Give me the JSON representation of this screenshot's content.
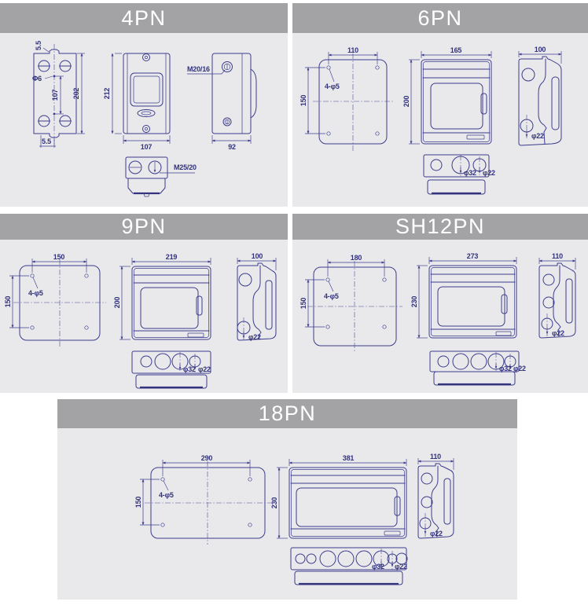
{
  "colors": {
    "header_bg": "#a3a3a6",
    "header_text": "#ffffff",
    "panel_bg": "#e9e9ec",
    "line": "#3c3c8c"
  },
  "panels": [
    {
      "id": "4pn",
      "title": "4PN",
      "labels": {
        "plate_tab_top": "5.5",
        "plate_hole": "Φ6",
        "plate_pitch": "107",
        "plate_height": "202",
        "plate_tab_bottom": "5.5",
        "front_height": "212",
        "front_width": "107",
        "side_gland": "M20/16",
        "side_depth": "92",
        "bottom_gland": "M25/20"
      }
    },
    {
      "id": "6pn",
      "title": "6PN",
      "labels": {
        "plate_width": "110",
        "plate_holes": "4-φ5",
        "plate_height": "150",
        "front_width": "165",
        "front_height": "200",
        "side_depth": "100",
        "side_hole": "φ22",
        "bottom_hole_large": "φ32",
        "bottom_hole_small": "φ22"
      }
    },
    {
      "id": "9pn",
      "title": "9PN",
      "labels": {
        "plate_width": "150",
        "plate_holes": "4-φ5",
        "plate_height": "150",
        "front_width": "219",
        "front_height": "200",
        "side_depth": "100",
        "side_hole": "φ22",
        "bottom_hole_large": "φ32",
        "bottom_hole_small": "φ22"
      }
    },
    {
      "id": "sh12pn",
      "title": "SH12PN",
      "labels": {
        "plate_width": "180",
        "plate_holes": "4-φ5",
        "plate_height": "150",
        "front_width": "273",
        "front_height": "230",
        "side_depth": "110",
        "side_hole": "φ22",
        "bottom_hole_large": "φ32",
        "bottom_hole_small": "φ22"
      }
    },
    {
      "id": "18pn",
      "title": "18PN",
      "labels": {
        "plate_width": "290",
        "plate_holes": "4-φ5",
        "plate_height": "150",
        "front_width": "381",
        "front_height": "230",
        "side_depth": "110",
        "side_hole": "φ22",
        "bottom_hole_large": "φ32",
        "bottom_hole_small": "φ22"
      }
    }
  ]
}
